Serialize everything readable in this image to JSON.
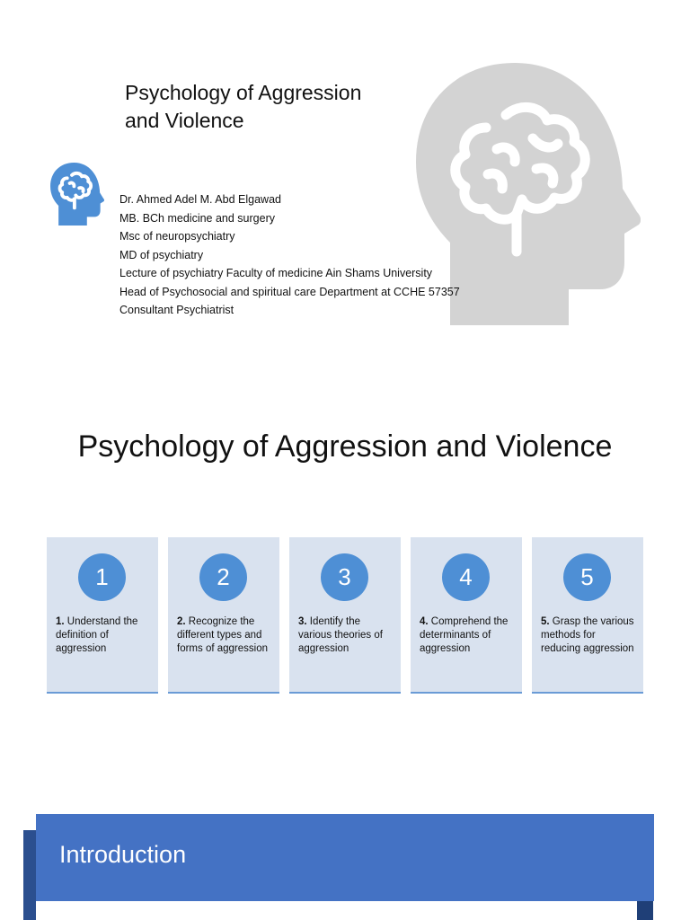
{
  "slide1": {
    "title_line1": "Psychology of Aggression",
    "title_line2": "and Violence",
    "bio": [
      "Dr. Ahmed Adel M. Abd Elgawad",
      "MB. BCh medicine and surgery",
      "Msc of neuropsychiatry",
      "MD of psychiatry",
      "Lecture of psychiatry Faculty of medicine Ain Shams University",
      "Head of Psychosocial and spiritual care Department at CCHE 57357",
      "Consultant Psychiatrist"
    ],
    "icons": {
      "large": "brain-head-icon",
      "small": "brain-head-icon"
    },
    "colors": {
      "large_icon": "#d0d0d0",
      "small_icon": "#4e8fd5"
    }
  },
  "slide2": {
    "title": "Psychology of Aggression and Violence",
    "steps": [
      {
        "number": "1",
        "prefix": "1.",
        "text": " Understand the definition of aggression"
      },
      {
        "number": "2",
        "prefix": "2.",
        "text": " Recognize the different types and forms of aggression"
      },
      {
        "number": "3",
        "prefix": "3.",
        "text": " Identify the various theories of aggression"
      },
      {
        "number": "4",
        "prefix": "4.",
        "text": " Comprehend the determinants of aggression"
      },
      {
        "number": "5",
        "prefix": "5.",
        "text": " Grasp the various methods for reducing aggression"
      }
    ],
    "colors": {
      "card": "#d9e2ef",
      "badge": "#4e8fd5"
    }
  },
  "slide3": {
    "title": "Introduction",
    "colors": {
      "banner": "#4472c4",
      "fold": "#2b4f8f"
    }
  }
}
